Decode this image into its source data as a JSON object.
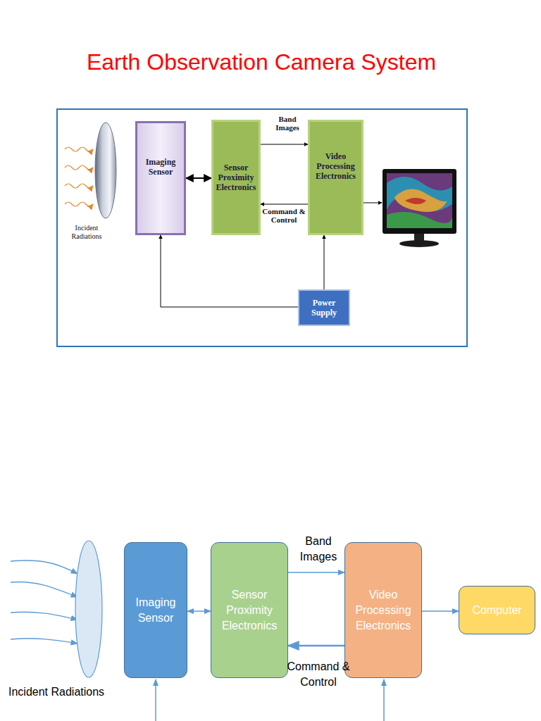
{
  "diagram": {
    "title": "Earth Observation Camera System",
    "nodes": [
      {
        "text": [
          "Imaging Sensor"
        ]
      },
      {
        "text": [
          "Sensor Proximity Electronics"
        ]
      },
      {
        "text": [
          "Video Processing Electronics"
        ]
      },
      {
        "text": [
          "Power Supply"
        ]
      },
      {
        "text": [
          "Imaging Sensor"
        ]
      },
      {
        "text": [
          "Sensor Proximity Electronics"
        ]
      },
      {
        "text": [
          "Video Processing Electronics"
        ]
      },
      {
        "text": [
          "Computer"
        ]
      }
    ],
    "edges": [
      {
        "from": 0,
        "to": 1,
        "arrow": "both"
      },
      {
        "from": 1,
        "to": 2,
        "label": "Band Images",
        "arrow": "to"
      },
      {
        "from": 2,
        "to": 1,
        "label": "Command & Control",
        "arrow": "to"
      },
      {
        "from": 3,
        "to": 2,
        "arrow": "to"
      },
      {
        "from": 3,
        "to": 0,
        "arrow": "to"
      },
      {
        "from": 4,
        "to": 5,
        "arrow": "both"
      },
      {
        "from": 5,
        "to": 6,
        "label": "Band Images",
        "arrow": "to"
      },
      {
        "from": 6,
        "to": 5,
        "label": "Command & Control",
        "arrow": "to"
      },
      {
        "from": 6,
        "to": 7,
        "arrow": "to"
      }
    ],
    "labels": [
      "Incident Radiations",
      "Incident Radiations"
    ]
  }
}
